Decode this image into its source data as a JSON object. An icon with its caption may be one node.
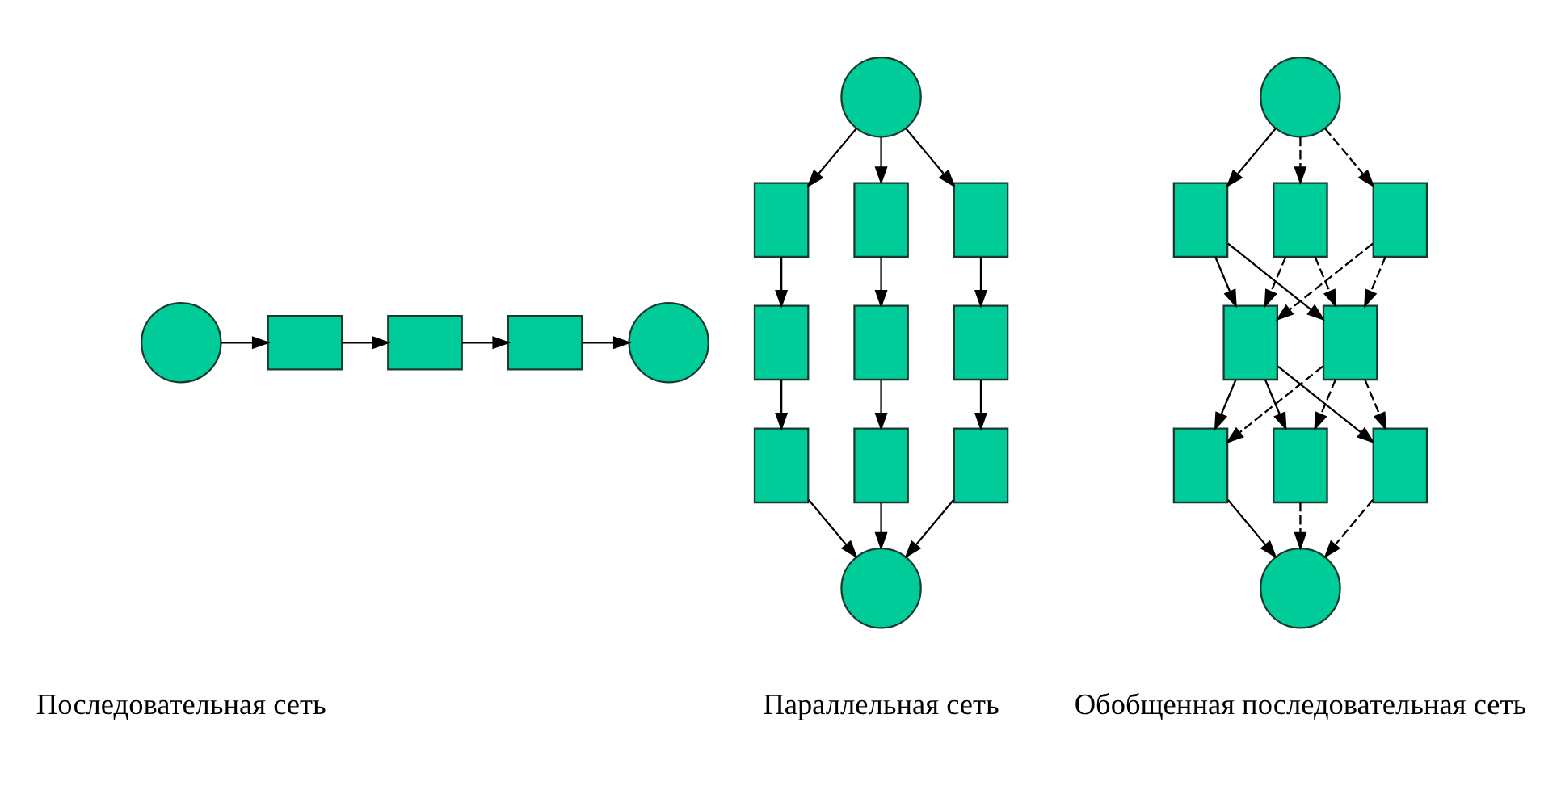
{
  "diagram": {
    "nodes": [
      {
        "text": [],
        "shape": "circle"
      },
      {
        "text": [],
        "shape": "box"
      },
      {
        "text": [],
        "shape": "box"
      },
      {
        "text": [],
        "shape": "box"
      },
      {
        "text": [],
        "shape": "circle"
      },
      {
        "text": [],
        "shape": "circle"
      },
      {
        "text": [],
        "shape": "box"
      },
      {
        "text": [],
        "shape": "box"
      },
      {
        "text": [],
        "shape": "box"
      },
      {
        "text": [],
        "shape": "box"
      },
      {
        "text": [],
        "shape": "box"
      },
      {
        "text": [],
        "shape": "box"
      },
      {
        "text": [],
        "shape": "box"
      },
      {
        "text": [],
        "shape": "box"
      },
      {
        "text": [],
        "shape": "box"
      },
      {
        "text": [],
        "shape": "circle"
      },
      {
        "text": [],
        "shape": "circle"
      },
      {
        "text": [],
        "shape": "box"
      },
      {
        "text": [],
        "shape": "box"
      },
      {
        "text": [],
        "shape": "box"
      },
      {
        "text": [],
        "shape": "box"
      },
      {
        "text": [],
        "shape": "box"
      },
      {
        "text": [],
        "shape": "box"
      },
      {
        "text": [],
        "shape": "box"
      },
      {
        "text": [],
        "shape": "box"
      },
      {
        "text": [],
        "shape": "circle"
      }
    ],
    "edges": [
      {
        "from": 0,
        "to": 1,
        "arrow": "to"
      },
      {
        "from": 1,
        "to": 2,
        "arrow": "to"
      },
      {
        "from": 2,
        "to": 3,
        "arrow": "to"
      },
      {
        "from": 3,
        "to": 4,
        "arrow": "to"
      },
      {
        "from": 5,
        "to": 6,
        "arrow": "to"
      },
      {
        "from": 5,
        "to": 7,
        "arrow": "to"
      },
      {
        "from": 5,
        "to": 8,
        "arrow": "to"
      },
      {
        "from": 6,
        "to": 9,
        "arrow": "to"
      },
      {
        "from": 7,
        "to": 10,
        "arrow": "to"
      },
      {
        "from": 8,
        "to": 11,
        "arrow": "to"
      },
      {
        "from": 9,
        "to": 12,
        "arrow": "to"
      },
      {
        "from": 10,
        "to": 13,
        "arrow": "to"
      },
      {
        "from": 11,
        "to": 14,
        "arrow": "to"
      },
      {
        "from": 12,
        "to": 15,
        "arrow": "to"
      },
      {
        "from": 13,
        "to": 15,
        "arrow": "to"
      },
      {
        "from": 14,
        "to": 15,
        "arrow": "to"
      },
      {
        "from": 16,
        "to": 17,
        "arrow": "to"
      },
      {
        "from": 16,
        "to": 18,
        "arrow": "to",
        "style": "dashed"
      },
      {
        "from": 16,
        "to": 19,
        "arrow": "to",
        "style": "dashed"
      },
      {
        "from": 17,
        "to": 20,
        "arrow": "to"
      },
      {
        "from": 17,
        "to": 21,
        "arrow": "to"
      },
      {
        "from": 18,
        "to": 20,
        "arrow": "to",
        "style": "dashed"
      },
      {
        "from": 18,
        "to": 21,
        "arrow": "to",
        "style": "dashed"
      },
      {
        "from": 19,
        "to": 20,
        "arrow": "to",
        "style": "dashed"
      },
      {
        "from": 19,
        "to": 21,
        "arrow": "to",
        "style": "dashed"
      },
      {
        "from": 20,
        "to": 22,
        "arrow": "to"
      },
      {
        "from": 20,
        "to": 23,
        "arrow": "to"
      },
      {
        "from": 20,
        "to": 24,
        "arrow": "to"
      },
      {
        "from": 21,
        "to": 22,
        "arrow": "to",
        "style": "dashed"
      },
      {
        "from": 21,
        "to": 23,
        "arrow": "to",
        "style": "dashed"
      },
      {
        "from": 21,
        "to": 24,
        "arrow": "to",
        "style": "dashed"
      },
      {
        "from": 22,
        "to": 25,
        "arrow": "to"
      },
      {
        "from": 23,
        "to": 25,
        "arrow": "to",
        "style": "dashed"
      },
      {
        "from": 24,
        "to": 25,
        "arrow": "to",
        "style": "dashed"
      }
    ],
    "labels": [
      "Последовательная сеть",
      "Параллельная сеть",
      "Обобщенная последовательная сеть"
    ]
  }
}
